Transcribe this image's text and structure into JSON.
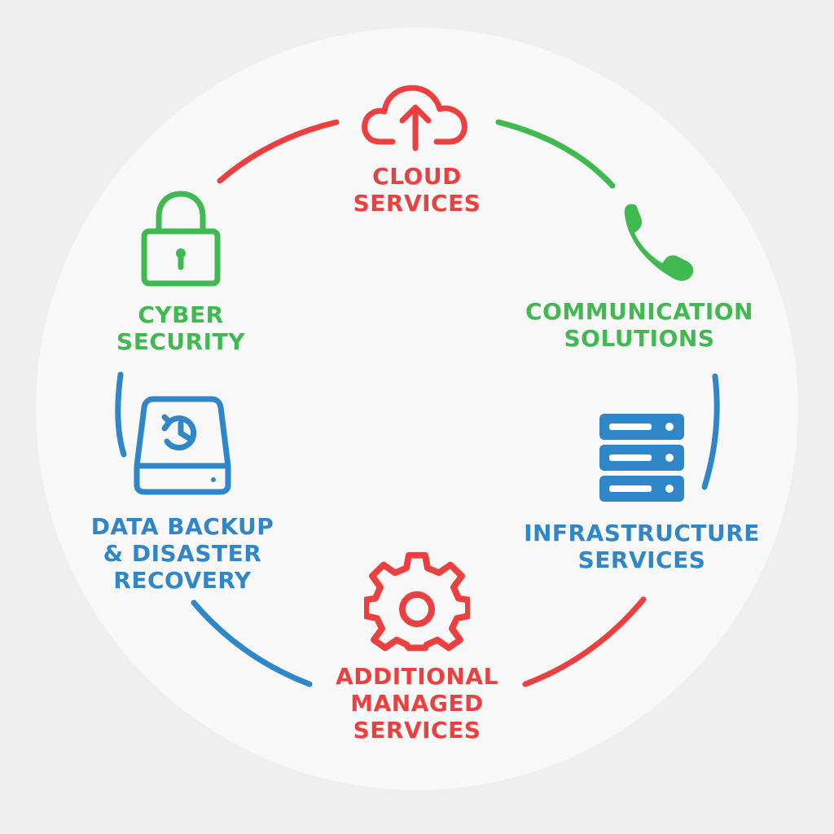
{
  "colors": {
    "red": "#ec3f3f",
    "green": "#3fb950",
    "blue": "#2f86c8"
  },
  "nodes": {
    "cloud": {
      "icon": "cloud-upload-icon",
      "line1": "CLOUD",
      "line2": "SERVICES"
    },
    "communication": {
      "icon": "phone-icon",
      "line1": "COMMUNICATION",
      "line2": "SOLUTIONS"
    },
    "infrastructure": {
      "icon": "server-rack-icon",
      "line1": "INFRASTRUCTURE",
      "line2": "SERVICES"
    },
    "managed": {
      "icon": "gear-icon",
      "line1": "ADDITIONAL",
      "line2": "MANAGED",
      "line3": "SERVICES"
    },
    "backup": {
      "icon": "backup-drive-icon",
      "line1": "DATA BACKUP",
      "line2": "& DISASTER",
      "line3": "RECOVERY"
    },
    "security": {
      "icon": "padlock-icon",
      "line1": "CYBER",
      "line2": "SECURITY"
    }
  }
}
